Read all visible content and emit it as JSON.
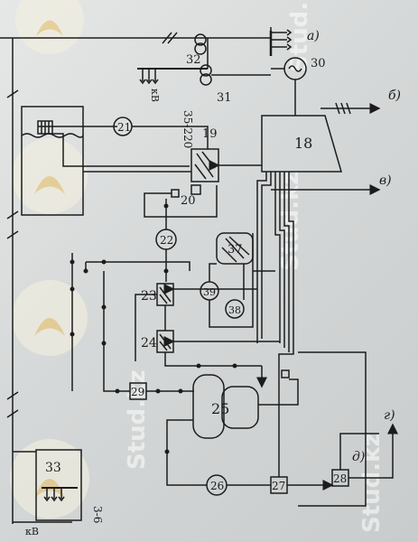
{
  "diagram": {
    "nodes": [
      {
        "id": "18",
        "label": "18"
      },
      {
        "id": "19",
        "label": "19"
      },
      {
        "id": "20",
        "label": "20"
      },
      {
        "id": "21",
        "label": "21"
      },
      {
        "id": "22",
        "label": "22"
      },
      {
        "id": "23",
        "label": "23"
      },
      {
        "id": "24",
        "label": "24"
      },
      {
        "id": "25",
        "label": "25"
      },
      {
        "id": "26",
        "label": "26"
      },
      {
        "id": "27",
        "label": "27"
      },
      {
        "id": "28",
        "label": "28"
      },
      {
        "id": "29",
        "label": "29"
      },
      {
        "id": "30",
        "label": "30"
      },
      {
        "id": "31",
        "label": "31"
      },
      {
        "id": "32",
        "label": "32"
      },
      {
        "id": "33",
        "label": "33"
      },
      {
        "id": "37",
        "label": "37"
      },
      {
        "id": "38",
        "label": "38"
      },
      {
        "id": "39",
        "label": "39"
      }
    ],
    "letters": {
      "a": "а)",
      "b": "б)",
      "v": "в)",
      "g": "г)",
      "d": "д)"
    },
    "voltage": {
      "hv": "35-220",
      "hv_unit": "кВ",
      "lv": "3-6",
      "lv_unit": "кВ"
    },
    "watermark": "Stud.kz",
    "colors": {
      "ink": "#1c1c1c",
      "paper": "#d9dcdc",
      "watermark_logo": "#e8c36a"
    }
  }
}
